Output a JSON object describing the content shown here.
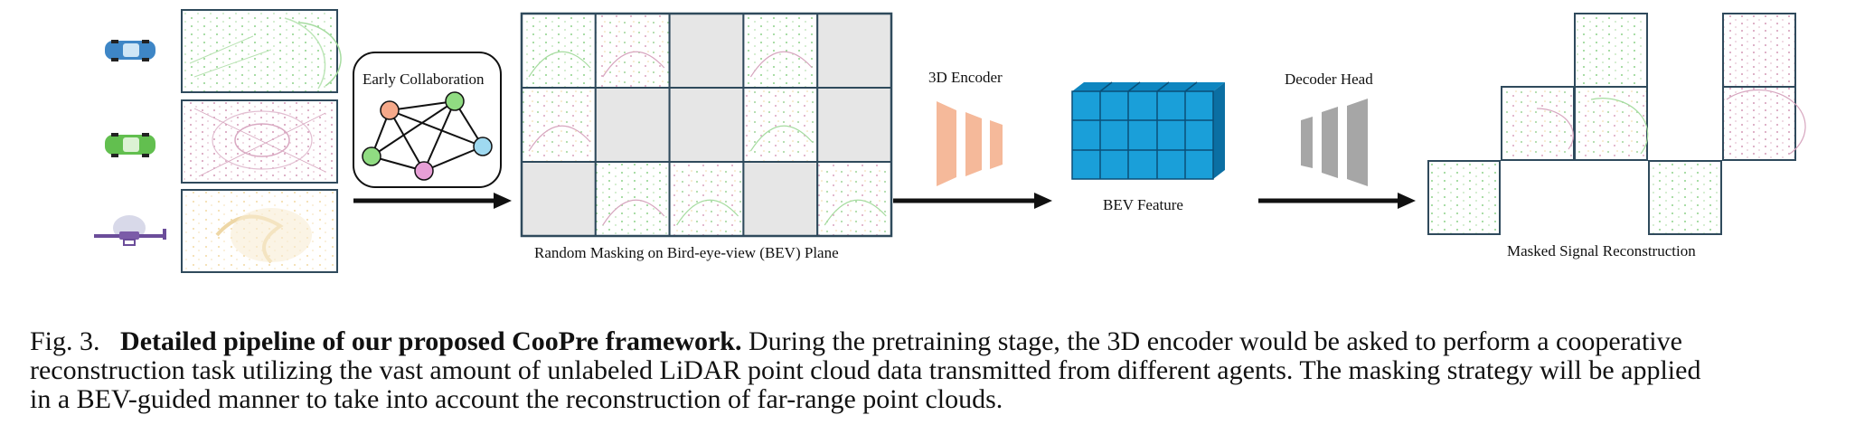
{
  "figure": {
    "early_collab_label": "Early Collaboration",
    "masking_label": "Random Masking on Bird-eye-view (BEV) Plane",
    "encoder_label": "3D Encoder",
    "bev_label": "BEV Feature",
    "decoder_label": "Decoder Head",
    "recon_label": "Masked Signal Reconstruction",
    "agents": [
      "car-blue",
      "car-green",
      "drone"
    ],
    "mask_pattern": [
      [
        0,
        0,
        1,
        0,
        1
      ],
      [
        0,
        1,
        1,
        0,
        1
      ],
      [
        1,
        0,
        0,
        1,
        0
      ]
    ],
    "colors": {
      "mask_gray": "#e6e6e6",
      "encoder": "#f5b99a",
      "decoder": "#a6a6a6",
      "bev_face": "#1a9fd9",
      "bev_top": "#0e86c0",
      "bev_side": "#0b6fa3",
      "node_orange": "#f6a98a",
      "node_green": "#90dc82",
      "node_blue": "#9fd9f0",
      "node_pink": "#e79fd6"
    }
  },
  "caption": {
    "fig_label": "Fig. 3.",
    "bold_title": "Detailed pipeline of our proposed CooPre framework.",
    "line1_rest": " During the pretraining stage, the 3D encoder would be asked to perform a cooperative",
    "line2": "reconstruction task utilizing the vast amount of unlabeled LiDAR point cloud data transmitted from different agents. The masking strategy will be applied",
    "line3": "in a BEV-guided manner to take into account the reconstruction of far-range point clouds."
  }
}
